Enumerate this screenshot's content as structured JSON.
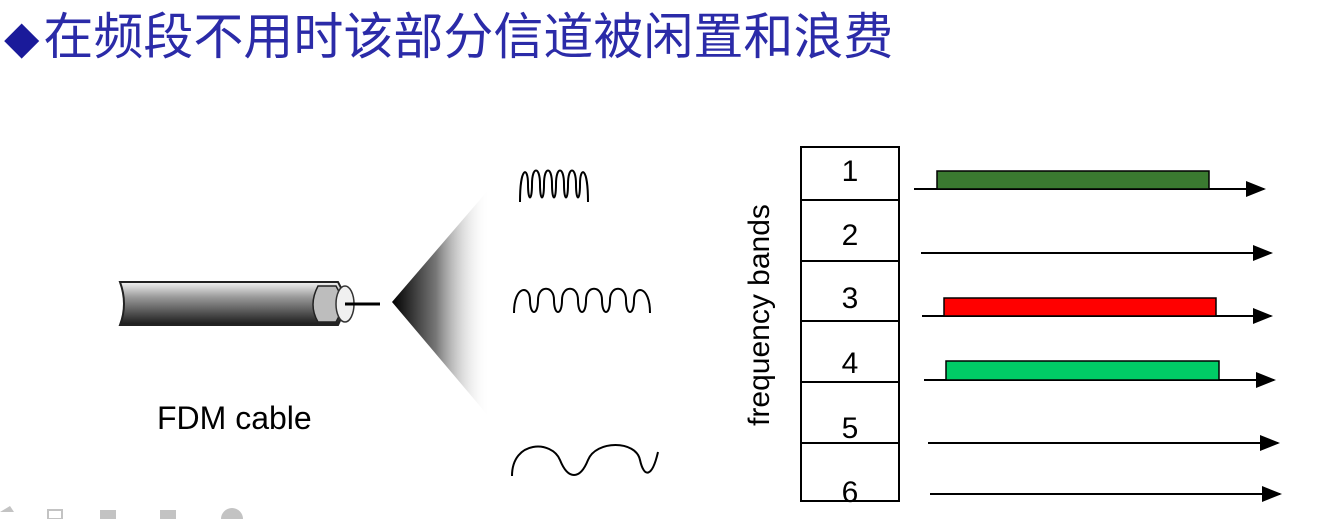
{
  "title": {
    "bullet": "◆",
    "text": "在频段不用时该部分信道被闲置和浪费"
  },
  "cable": {
    "label": "FDM cable"
  },
  "bands": {
    "axis_label": "frequency bands",
    "items": [
      {
        "label": "1",
        "signal": true,
        "color": "#3a7a30"
      },
      {
        "label": "2",
        "signal": false,
        "color": null
      },
      {
        "label": "3",
        "signal": true,
        "color": "#ff0000"
      },
      {
        "label": "4",
        "signal": true,
        "color": "#00cc66"
      },
      {
        "label": "5",
        "signal": false,
        "color": null
      },
      {
        "label": "6",
        "signal": false,
        "color": null
      }
    ]
  }
}
